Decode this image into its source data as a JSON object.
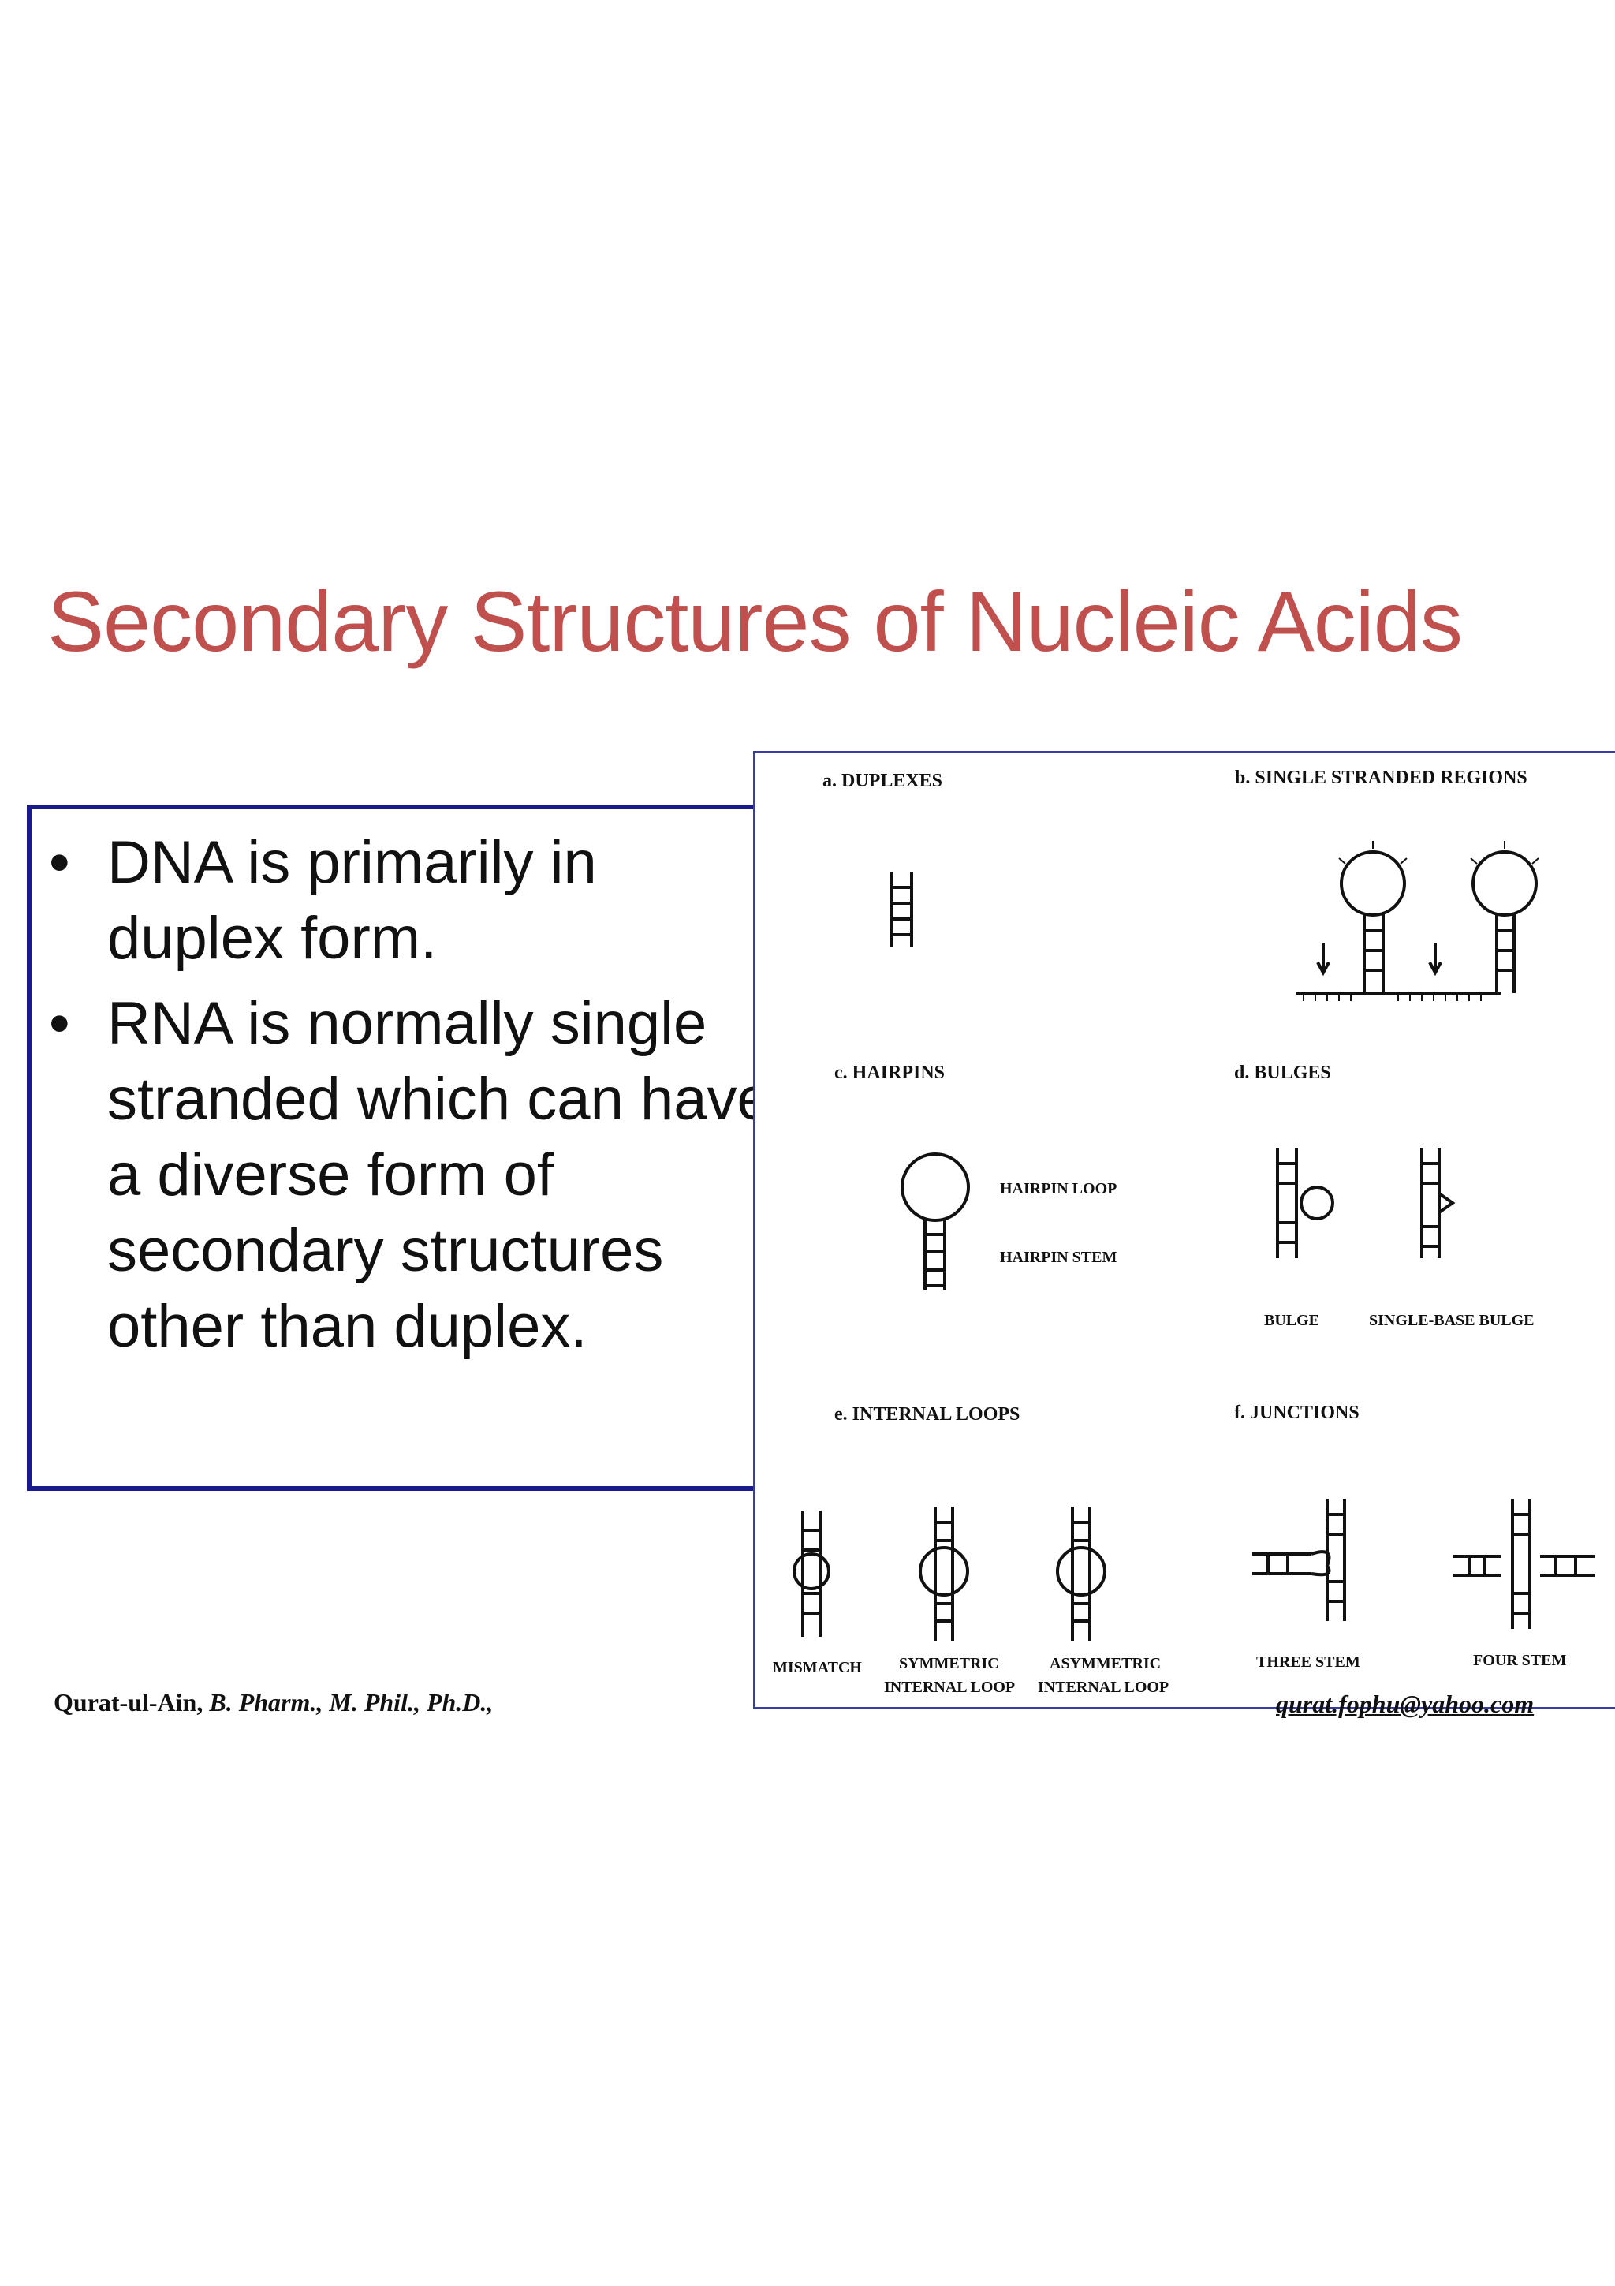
{
  "slide": {
    "title": "Secondary Structures of Nucleic Acids",
    "bullets": [
      "DNA is primarily in duplex form.",
      "RNA is normally single stranded which can have a diverse form of secondary structures other than duplex."
    ],
    "bullet_glyph": "•"
  },
  "figure": {
    "panels": {
      "a": "a.  DUPLEXES",
      "b": "b.  SINGLE STRANDED REGIONS",
      "c": "c.  HAIRPINS",
      "d": "d.  BULGES",
      "e": "e.  INTERNAL LOOPS",
      "f": "f.  JUNCTIONS"
    },
    "labels": {
      "hairpin_loop": "HAIRPIN LOOP",
      "hairpin_stem": "HAIRPIN STEM",
      "bulge": "BULGE",
      "single_base_bulge": "SINGLE-BASE BULGE",
      "mismatch": "MISMATCH",
      "symmetric_1": "SYMMETRIC",
      "symmetric_2": "INTERNAL LOOP",
      "asymmetric_1": "ASYMMETRIC",
      "asymmetric_2": "INTERNAL LOOP",
      "three_stem": "THREE STEM",
      "four_stem": "FOUR STEM"
    }
  },
  "footer": {
    "author": "Qurat-ul-Ain,",
    "credentials": " B. Pharm., M. Phil., Ph.D.,",
    "email": "qurat.fophu@yahoo.com"
  },
  "colors": {
    "title": "#c0504d",
    "box_border": "#1a1a8c",
    "figure_border": "#3b3ba8"
  }
}
